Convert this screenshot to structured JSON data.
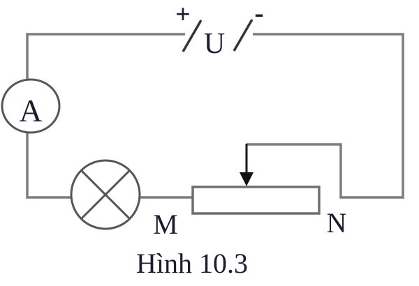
{
  "figure": {
    "caption": "Hình 10.3",
    "labels": {
      "plus": "+",
      "minus": "-",
      "voltage": "U",
      "ammeter": "A",
      "terminal_m": "M",
      "terminal_n": "N"
    }
  }
}
